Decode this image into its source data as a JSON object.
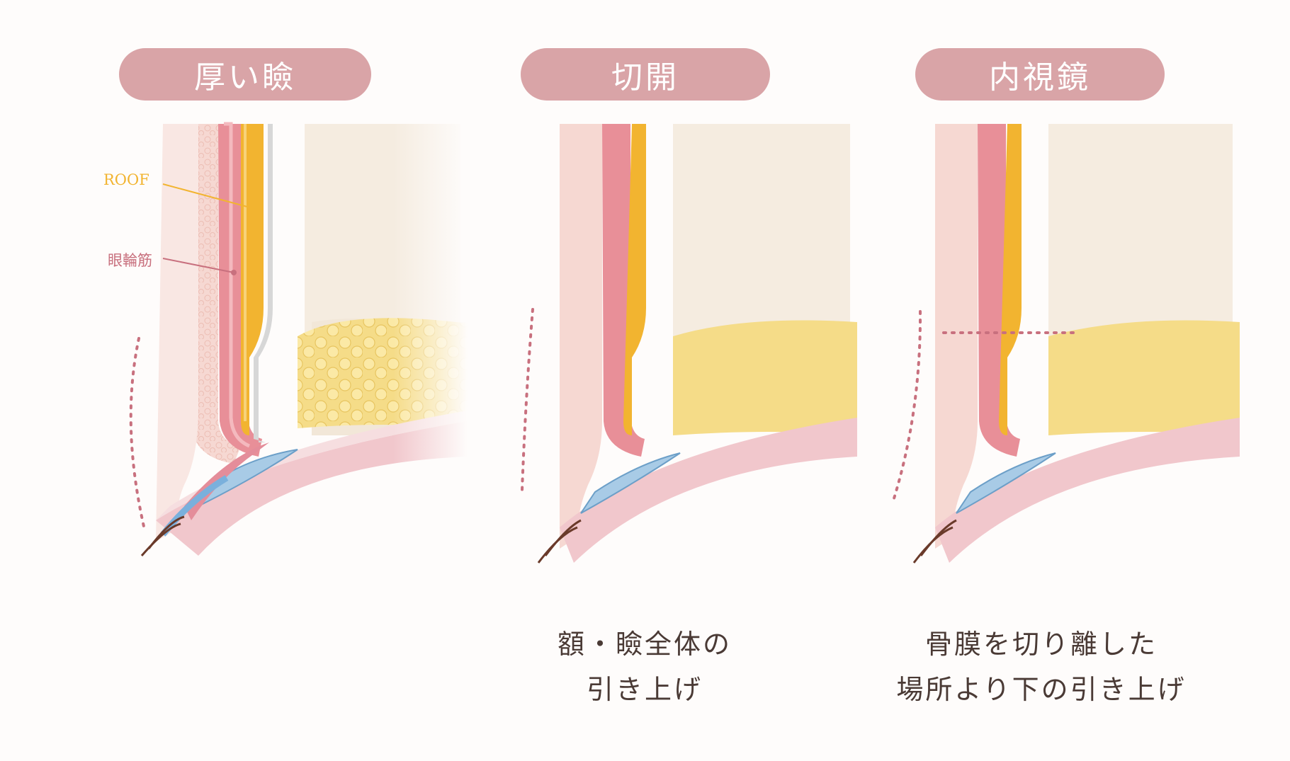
{
  "panels": [
    {
      "title": "厚い瞼",
      "caption_line1": "",
      "caption_line2": ""
    },
    {
      "title": "切開",
      "caption_line1": "額・瞼全体の",
      "caption_line2": "引き上げ"
    },
    {
      "title": "内視鏡",
      "caption_line1": "骨膜を切り離した",
      "caption_line2": "場所より下の引き上げ"
    }
  ],
  "labels": {
    "roof": "ROOF",
    "orbicularis": "眼輪筋"
  },
  "colors": {
    "pill": "#d9a4a7",
    "roof": "#f2b430",
    "muscle": "#e88f98",
    "dots": "#c8707e",
    "fat": "#f5dc88",
    "skin": "#f6d8d2",
    "conjunctiva": "#a8cbe6"
  }
}
